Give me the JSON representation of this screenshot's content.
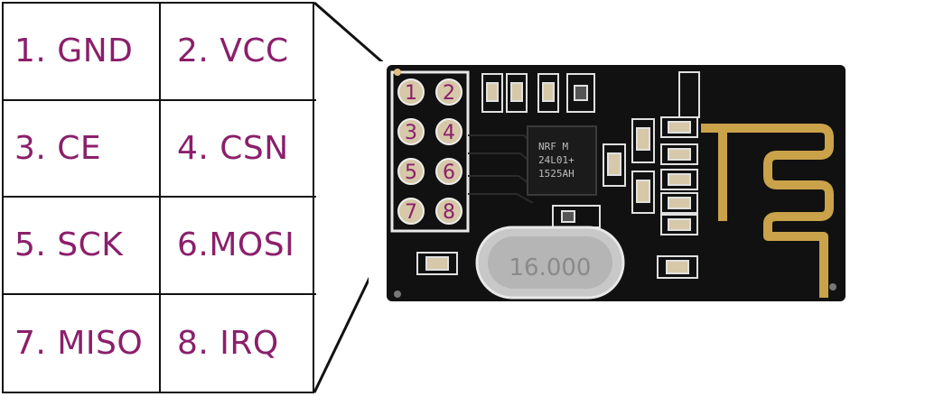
{
  "pin_table": {
    "rows": [
      [
        "1. GND",
        "2. VCC"
      ],
      [
        "3. CE",
        "4. CSN"
      ],
      [
        "5. SCK",
        "6.MOSI"
      ],
      [
        "7. MISO",
        "8. IRQ"
      ]
    ]
  },
  "module": {
    "pin_numbers": [
      "1",
      "2",
      "3",
      "4",
      "5",
      "6",
      "7",
      "8"
    ],
    "chip_lines": [
      "NRF M",
      "24L01+",
      "1525AH"
    ],
    "crystal_label": "16.000",
    "colors": {
      "label": "#8b1f6b",
      "pcb": "#111111",
      "trace": "#c9a24a",
      "pad": "#d6c8a8"
    }
  }
}
